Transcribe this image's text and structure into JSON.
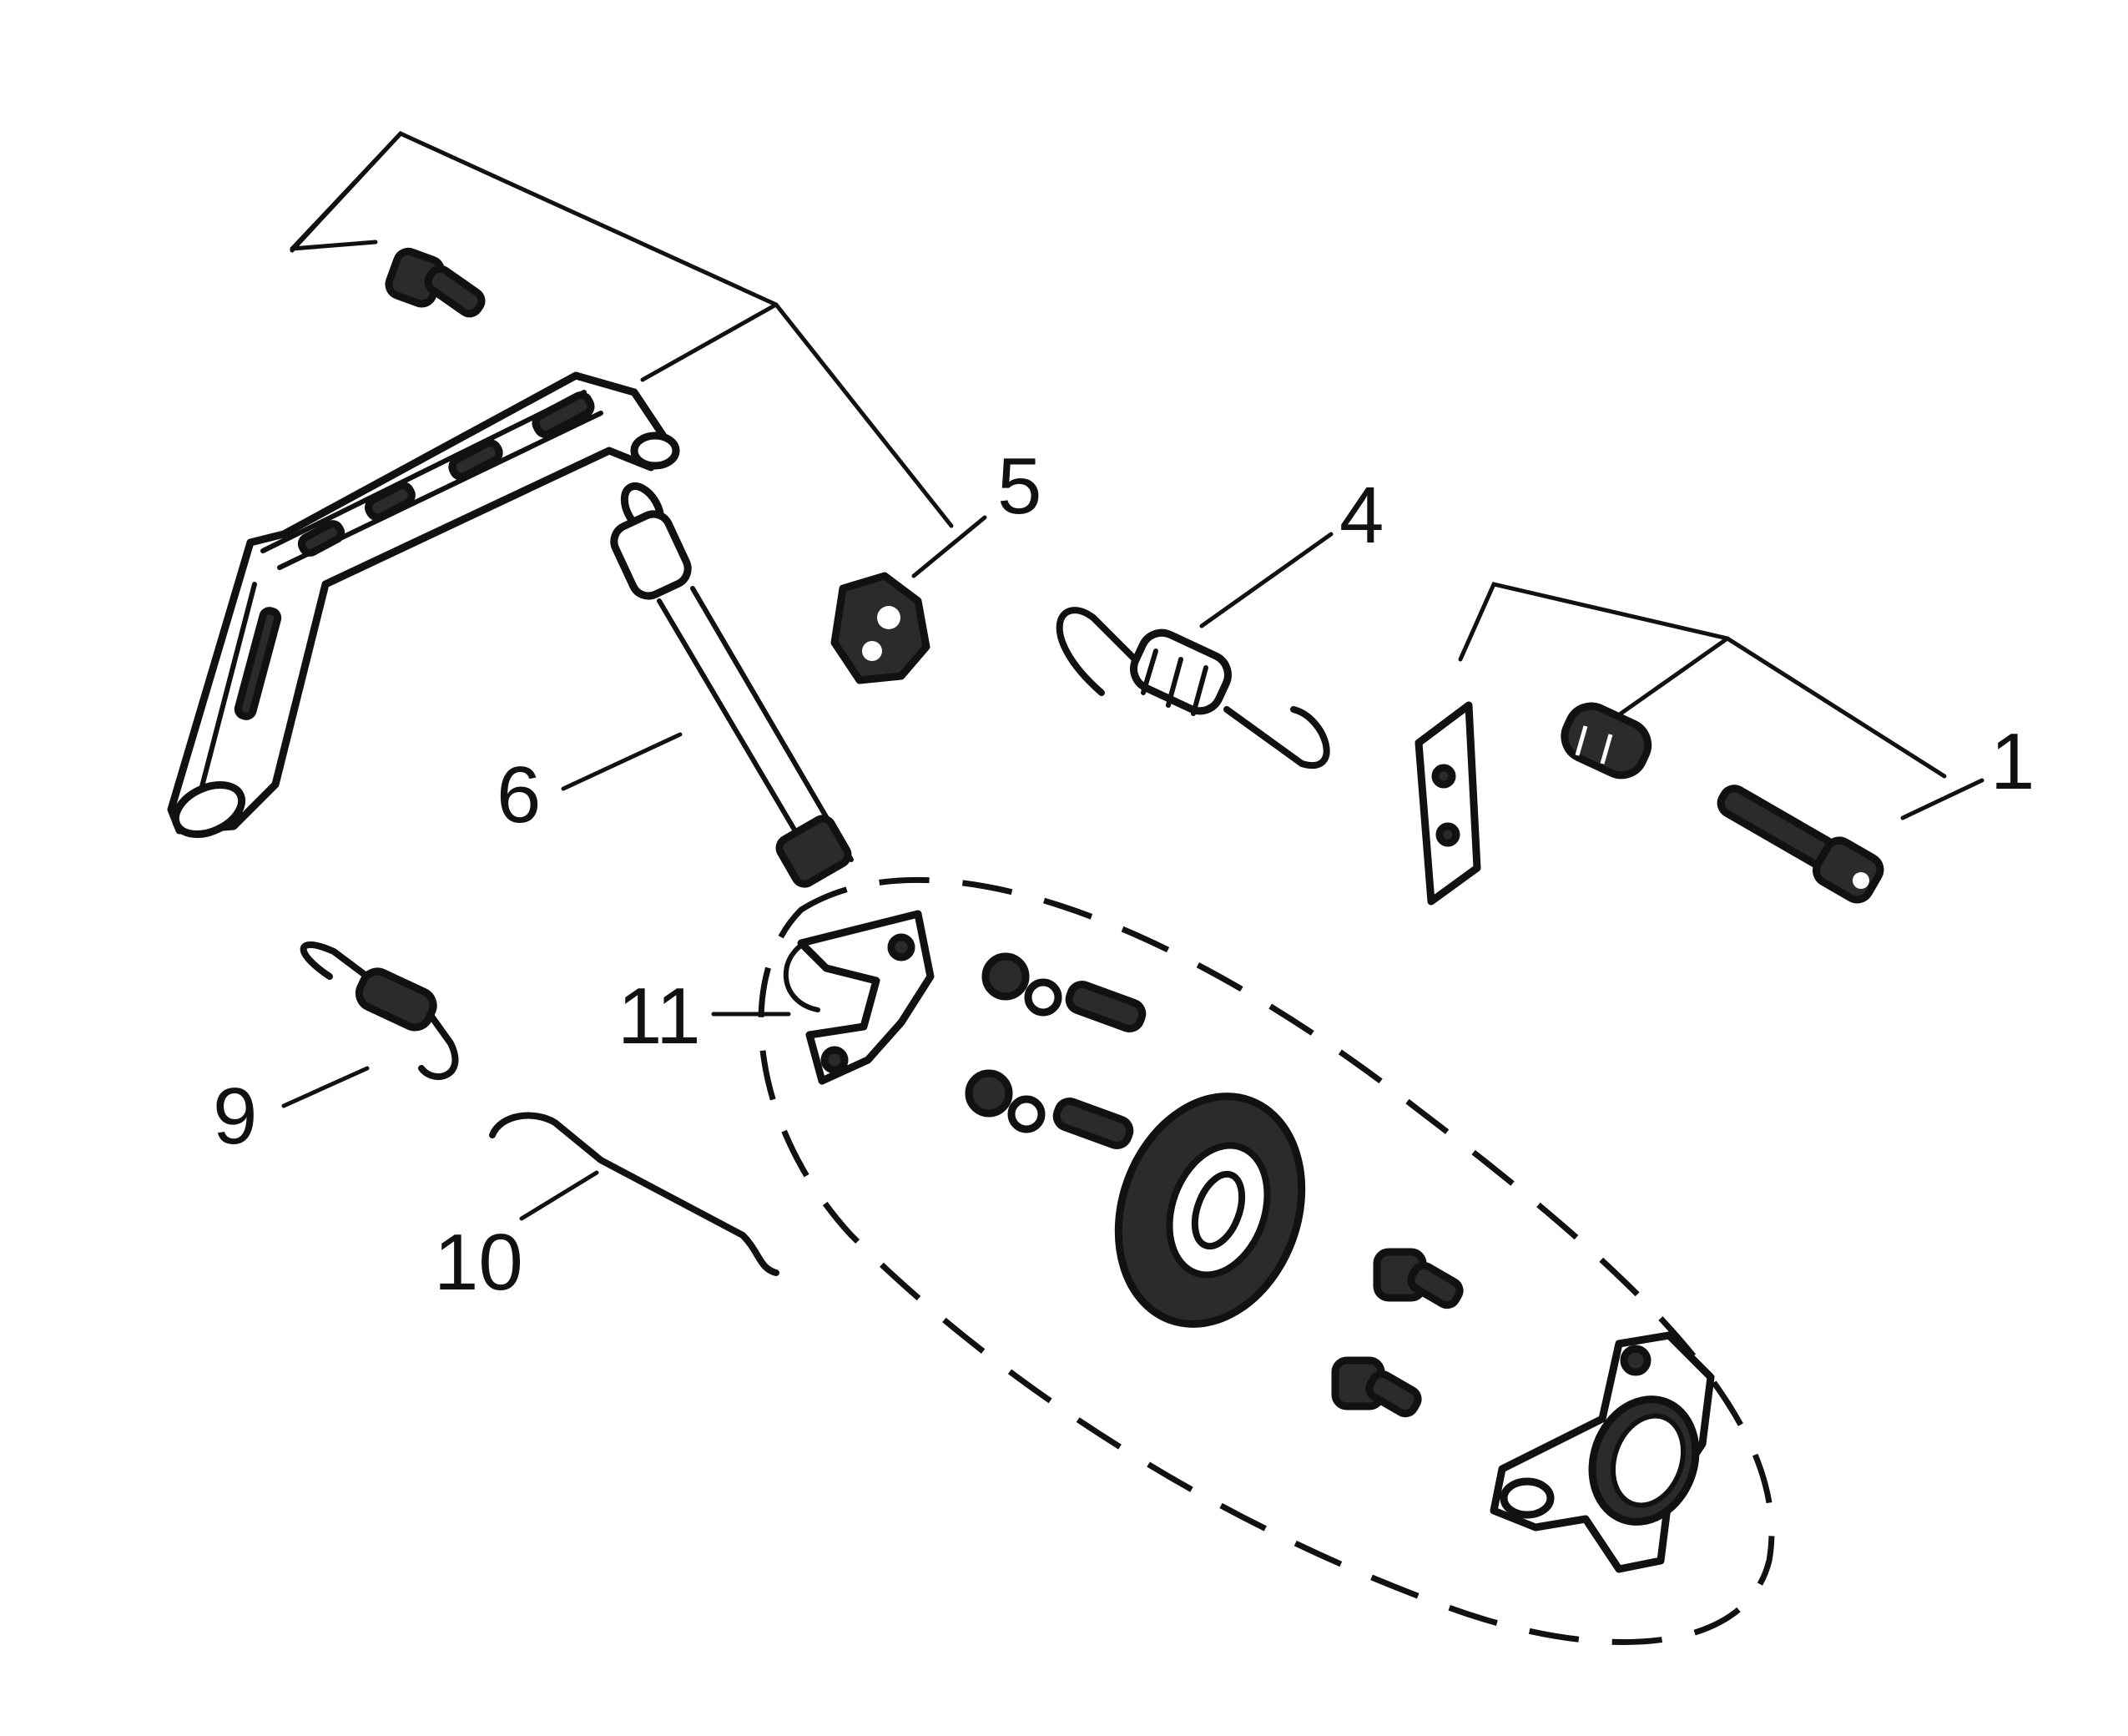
{
  "callouts": {
    "c1": "1",
    "c4": "4",
    "c5": "5",
    "c6": "6",
    "c9": "9",
    "c10": "10",
    "c11": "11"
  },
  "colors": {
    "ink": "#111111",
    "background": "#ffffff"
  }
}
